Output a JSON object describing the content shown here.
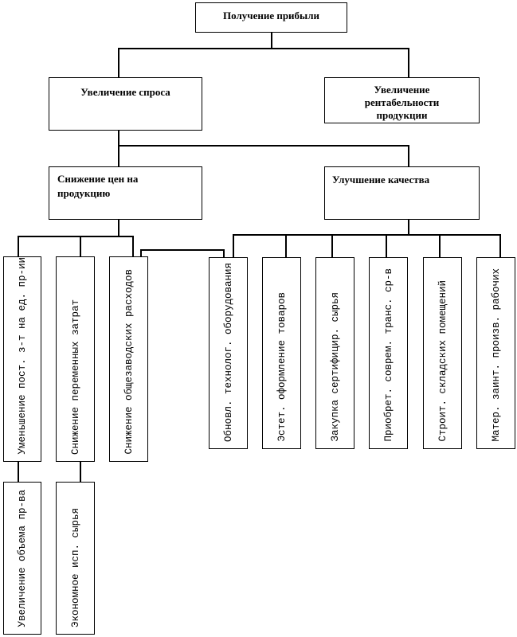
{
  "root": "Получение прибыли",
  "level1": {
    "left": "Увеличение спроса",
    "right": "Увеличение рентабельности продукции"
  },
  "level2": {
    "left": "Снижение цен на продукцию",
    "right": "Улучшение качества"
  },
  "price_branch": [
    "Уменьшение пост. з-т на ед. пр-ии",
    "Снижение переменных затрат",
    "Снижение общезаводских расходов"
  ],
  "price_sub": [
    "Увеличение объема пр-ва",
    "Экономное исп. сырья"
  ],
  "quality_branch": [
    "Обновл. технолог. оборудования",
    "Эстет. оформление товаров",
    "Закупка сертифицир. сырья",
    "Приобрет. соврем. транс. ср-в",
    "Строит. складских помещений",
    "Матер. заинт. произв. рабочих"
  ]
}
